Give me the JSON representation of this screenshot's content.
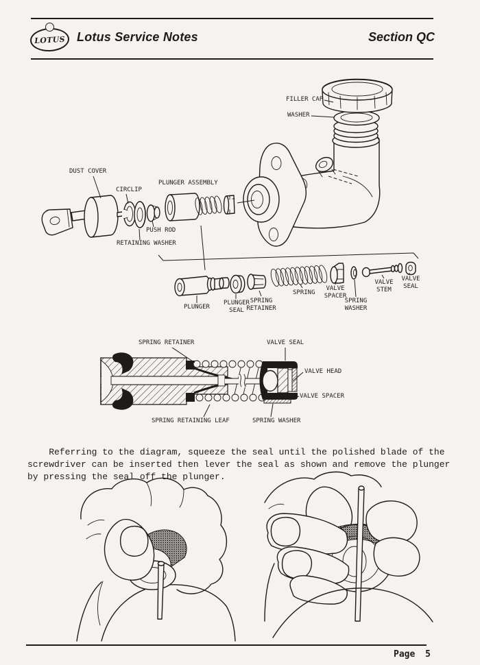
{
  "page": {
    "bg": "#f5f3ef",
    "ink": "#1e1c1a"
  },
  "header": {
    "logo_text": "LOTUS",
    "title": "Lotus Service Notes",
    "section": "Section QC"
  },
  "exploded_diagram": {
    "labels": {
      "filler_cap": "FILLER CAP",
      "washer": "WASHER",
      "dust_cover": "DUST COVER",
      "circlip": "CIRCLIP",
      "plunger_assembly": "PLUNGER ASSEMBLY",
      "push_rod": "PUSH ROD",
      "retaining_washer": "RETAINING WASHER",
      "plunger": "PLUNGER",
      "plunger_seal": "PLUNGER SEAL",
      "spring_retainer": "SPRING RETAINER",
      "spring": "SPRING",
      "valve_spacer": "VALVE SPACER",
      "spring_washer": "SPRING WASHER",
      "valve_stem": "VALVE STEM",
      "valve_seal": "VALVE SEAL"
    }
  },
  "section_diagram": {
    "labels": {
      "spring_retainer": "SPRING RETAINER",
      "valve_seal": "VALVE SEAL",
      "valve_head": "VALVE HEAD",
      "valve_spacer": "VALVE SPACER",
      "spring_retaining_leaf": "SPRING RETAINING LEAF",
      "spring_washer": "SPRING WASHER"
    }
  },
  "instructions": {
    "lines": [
      "    Referring to the diagram, squeeze the seal until the polished blade of the",
      "screwdriver can be inserted then lever the seal as shown and remove the plunger",
      "by pressing the seal off the plunger."
    ]
  },
  "footer": {
    "page_label": "Page 5"
  }
}
